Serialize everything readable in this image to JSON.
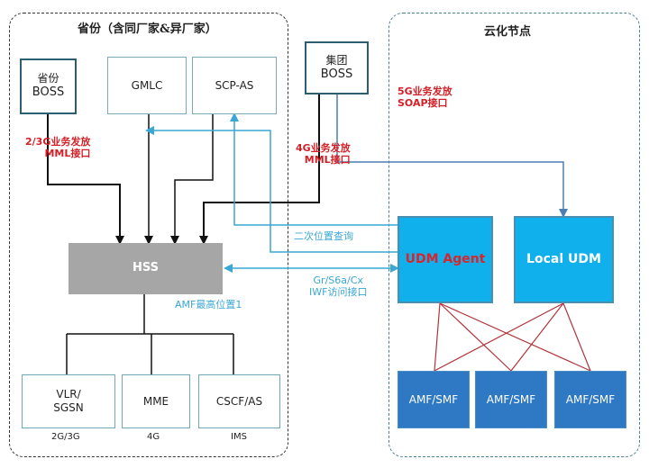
{
  "regions": {
    "province": "省份（含同厂家&异厂家）",
    "cloud": "云化节点"
  },
  "nodes": {
    "province_boss": [
      "省份",
      "BOSS"
    ],
    "gmlc": "GMLC",
    "scp_as": "SCP-AS",
    "group_boss": [
      "集团",
      "BOSS"
    ],
    "hss": "HSS",
    "udm_agent": "UDM Agent",
    "local_udm": "Local UDM",
    "vlr": [
      "VLR/",
      "SGSN"
    ],
    "mme": "MME",
    "cscf": "CSCF/AS",
    "amf_smf": [
      "AMF/SMF",
      "AMF/SMF",
      "AMF/SMF"
    ]
  },
  "labels": {
    "mml_23g": [
      "2/3G业务发放",
      "MML接口"
    ],
    "mml_4g": [
      "4G业务发放",
      "MML接口"
    ],
    "soap_5g": [
      "5G业务发放",
      "SOAP接口"
    ],
    "secondary_query": "二次位置查询",
    "gr_s6a": [
      "Gr/S6a/Cx",
      "IWF访问接口"
    ],
    "amf_highest": "AMF最高位置1",
    "gen_23g": "2G/3G",
    "gen_4g": "4G",
    "gen_ims": "IMS"
  },
  "colors": {
    "black_line": "#111111",
    "blue_arrow": "#3aa7d4",
    "steel_arrow": "#4a7fb0",
    "red_mesh": "#b0343a"
  }
}
